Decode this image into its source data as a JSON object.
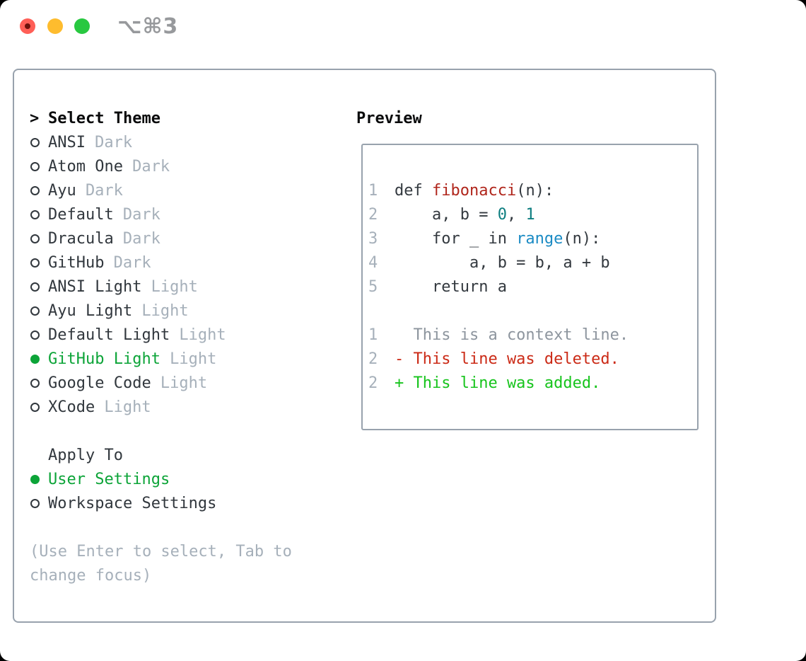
{
  "window": {
    "shortcut_label": "⌥⌘3"
  },
  "theme_picker": {
    "header_marker": ">",
    "header": "Select Theme",
    "items": [
      {
        "name": "ANSI",
        "tag": "Dark",
        "selected": false
      },
      {
        "name": "Atom One",
        "tag": "Dark",
        "selected": false
      },
      {
        "name": "Ayu",
        "tag": "Dark",
        "selected": false
      },
      {
        "name": "Default",
        "tag": "Dark",
        "selected": false
      },
      {
        "name": "Dracula",
        "tag": "Dark",
        "selected": false
      },
      {
        "name": "GitHub",
        "tag": "Dark",
        "selected": false
      },
      {
        "name": "ANSI Light",
        "tag": "Light",
        "selected": false
      },
      {
        "name": "Ayu Light",
        "tag": "Light",
        "selected": false
      },
      {
        "name": "Default Light",
        "tag": "Light",
        "selected": false
      },
      {
        "name": "GitHub Light",
        "tag": "Light",
        "selected": true
      },
      {
        "name": "Google Code",
        "tag": "Light",
        "selected": false
      },
      {
        "name": "XCode",
        "tag": "Light",
        "selected": false
      }
    ],
    "apply_to": {
      "header": "Apply To",
      "options": [
        {
          "name": "User Settings",
          "selected": true
        },
        {
          "name": "Workspace Settings",
          "selected": false
        }
      ]
    },
    "hint_lines": [
      "(Use Enter to select, Tab to",
      "change focus)"
    ]
  },
  "preview": {
    "header": "Preview",
    "code_lines": [
      {
        "num": "1",
        "segments": [
          {
            "text": "def ",
            "color": "fg"
          },
          {
            "text": "fibonacci",
            "color": "func"
          },
          {
            "text": "(n):",
            "color": "fg"
          }
        ]
      },
      {
        "num": "2",
        "segments": [
          {
            "text": "    a, b = ",
            "color": "fg"
          },
          {
            "text": "0",
            "color": "num"
          },
          {
            "text": ", ",
            "color": "fg"
          },
          {
            "text": "1",
            "color": "num"
          }
        ]
      },
      {
        "num": "3",
        "segments": [
          {
            "text": "    for _ in ",
            "color": "fg"
          },
          {
            "text": "range",
            "color": "builtin"
          },
          {
            "text": "(n):",
            "color": "fg"
          }
        ]
      },
      {
        "num": "4",
        "segments": [
          {
            "text": "        a, b = b, a + b",
            "color": "fg"
          }
        ]
      },
      {
        "num": "5",
        "segments": [
          {
            "text": "    return a",
            "color": "fg"
          }
        ]
      },
      {
        "num": "",
        "segments": []
      },
      {
        "num": "1",
        "segments": [
          {
            "text": "  This is a context line.",
            "color": "context"
          }
        ]
      },
      {
        "num": "2",
        "segments": [
          {
            "text": "- This line was deleted.",
            "color": "deleted"
          }
        ]
      },
      {
        "num": "2",
        "segments": [
          {
            "text": "+ This line was added.",
            "color": "added"
          }
        ]
      }
    ]
  },
  "colors": {
    "accent_green": "#0ca438",
    "added_green": "#17c41d",
    "deleted_red": "#cb2a16",
    "function_red": "#b0261c",
    "builtin_blue": "#1b8bc4",
    "number_teal": "#0d7e80",
    "muted_gray": "#a6b0ba",
    "context_gray": "#8d959e",
    "text_dark": "#31373d",
    "code_fg": "#33393f",
    "header_black": "#0a0b0c",
    "border_gray": "#98a2ad",
    "traffic_red": "#ff5f57",
    "traffic_yellow": "#febc2e",
    "traffic_green": "#28c840",
    "shortcut_gray": "#97999c"
  }
}
